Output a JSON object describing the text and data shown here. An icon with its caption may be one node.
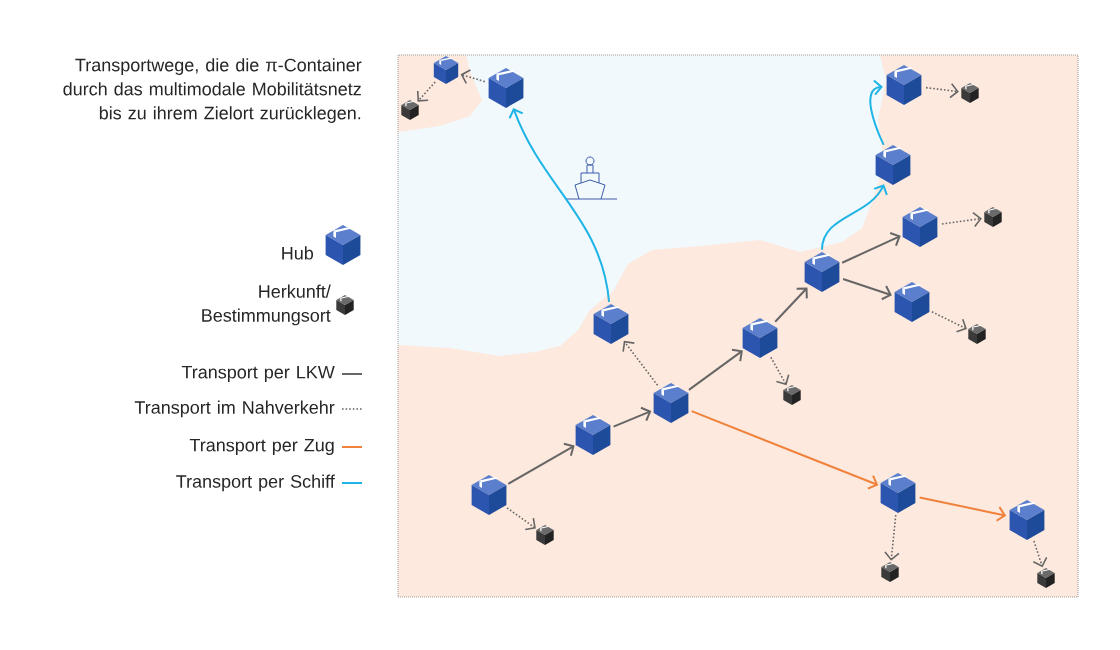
{
  "diagram": {
    "caption": "Transportwege, die die π-Container durch das multimodale Mobilitätsnetz bis zu ihrem Zielort zurücklegen.",
    "nodes": [
      {
        "text": [],
        "shape": "cube"
      },
      {
        "text": [],
        "shape": "cube"
      },
      {
        "text": [],
        "shape": "cube"
      },
      {
        "text": [],
        "shape": "cube"
      },
      {
        "text": [],
        "shape": "cube"
      },
      {
        "text": [],
        "shape": "cube"
      },
      {
        "text": [],
        "shape": "cube"
      },
      {
        "text": [],
        "shape": "cube"
      },
      {
        "text": [],
        "shape": "cube"
      },
      {
        "text": [],
        "shape": "cube"
      },
      {
        "text": [],
        "shape": "cube"
      },
      {
        "text": [],
        "shape": "cube"
      },
      {
        "text": [],
        "shape": "cube"
      },
      {
        "text": [],
        "shape": "cube"
      },
      {
        "text": [],
        "shape": "cube"
      },
      {
        "text": [],
        "shape": "cube"
      },
      {
        "text": [],
        "shape": "cube"
      },
      {
        "text": [],
        "shape": "cube"
      },
      {
        "text": [],
        "shape": "cube"
      },
      {
        "text": [],
        "shape": "cube"
      },
      {
        "text": [],
        "shape": "cube"
      },
      {
        "text": [],
        "shape": "cube"
      }
    ],
    "edges": [
      {
        "from": 17,
        "to": 15,
        "arrow": "to"
      },
      {
        "from": 15,
        "to": 14,
        "arrow": "to"
      },
      {
        "from": 14,
        "to": 12,
        "arrow": "to"
      },
      {
        "from": 12,
        "to": 8,
        "arrow": "to"
      },
      {
        "from": 8,
        "to": 6,
        "arrow": "to"
      },
      {
        "from": 8,
        "to": 9,
        "arrow": "to"
      },
      {
        "from": 1,
        "to": 0,
        "arrow": "to",
        "style": "dashed"
      },
      {
        "from": 0,
        "to": 2,
        "arrow": "to",
        "style": "dashed"
      },
      {
        "from": 14,
        "to": 11,
        "arrow": "to",
        "style": "dashed"
      },
      {
        "from": 12,
        "to": 13,
        "arrow": "to",
        "style": "dashed"
      },
      {
        "from": 17,
        "to": 18,
        "arrow": "to",
        "style": "dashed"
      },
      {
        "from": 3,
        "to": 4,
        "arrow": "to",
        "style": "dashed"
      },
      {
        "from": 6,
        "to": 7,
        "arrow": "to",
        "style": "dashed"
      },
      {
        "from": 9,
        "to": 10,
        "arrow": "to",
        "style": "dashed"
      },
      {
        "from": 16,
        "to": 20,
        "arrow": "to",
        "style": "dashed"
      },
      {
        "from": 19,
        "to": 21,
        "arrow": "to",
        "style": "dashed"
      },
      {
        "from": 14,
        "to": 16,
        "arrow": "to",
        "color": "#f0823c"
      },
      {
        "from": 16,
        "to": 19,
        "arrow": "to",
        "color": "#f0823c"
      },
      {
        "from": 11,
        "to": 1,
        "arrow": "to",
        "color": "#1eb4e6"
      },
      {
        "from": 8,
        "to": 5,
        "arrow": "to",
        "color": "#1eb4e6"
      },
      {
        "from": 5,
        "to": 3,
        "arrow": "to",
        "color": "#1eb4e6"
      }
    ],
    "legend": [
      {
        "text": "Hub"
      },
      {
        "text": "Herkunft/ Bestimmungsort"
      },
      {
        "text": "Transport per LKW"
      },
      {
        "text": "Transport im Nahverkehr"
      },
      {
        "text": "Transport per Zug"
      },
      {
        "text": "Transport per Schiff"
      }
    ]
  }
}
